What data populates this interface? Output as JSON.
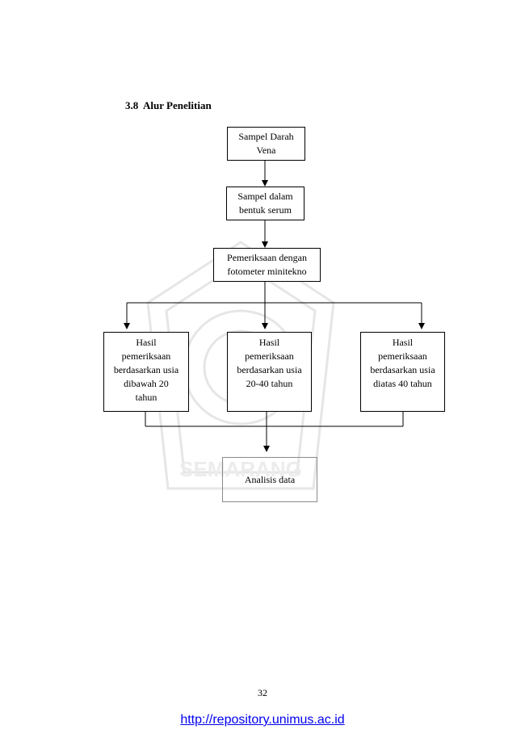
{
  "section": {
    "number": "3.8",
    "title": "Alur Penelitian"
  },
  "flowchart": {
    "nodes": {
      "sampel_darah": [
        "Sampel Darah",
        "Vena"
      ],
      "sampel_serum": [
        "Sampel dalam",
        "bentuk serum"
      ],
      "pemeriksaan": [
        "Pemeriksaan dengan",
        "fotometer minitekno"
      ],
      "hasil_bawah20": [
        "Hasil",
        "pemeriksaan",
        "berdasarkan usia",
        "dibawah 20",
        "tahun"
      ],
      "hasil_20_40": [
        "Hasil",
        "pemeriksaan",
        "berdasarkan usia",
        "20-40 tahun"
      ],
      "hasil_atas40": [
        "Hasil",
        "pemeriksaan",
        "berdasarkan usia",
        "diatas 40 tahun"
      ],
      "analisis": [
        "Analisis data"
      ]
    },
    "edges": [
      [
        "sampel_darah",
        "sampel_serum"
      ],
      [
        "sampel_serum",
        "pemeriksaan"
      ],
      [
        "pemeriksaan",
        "hasil_bawah20"
      ],
      [
        "pemeriksaan",
        "hasil_20_40"
      ],
      [
        "pemeriksaan",
        "hasil_atas40"
      ],
      [
        "hasil_bawah20",
        "analisis"
      ],
      [
        "hasil_20_40",
        "analisis"
      ],
      [
        "hasil_atas40",
        "analisis"
      ]
    ]
  },
  "watermark": {
    "text": "SEMARANG",
    "color": "#d9d9d9"
  },
  "page_number": "32",
  "footer": {
    "link_text": "http://repository.unimus.ac.id",
    "link_color": "#0000ee"
  }
}
